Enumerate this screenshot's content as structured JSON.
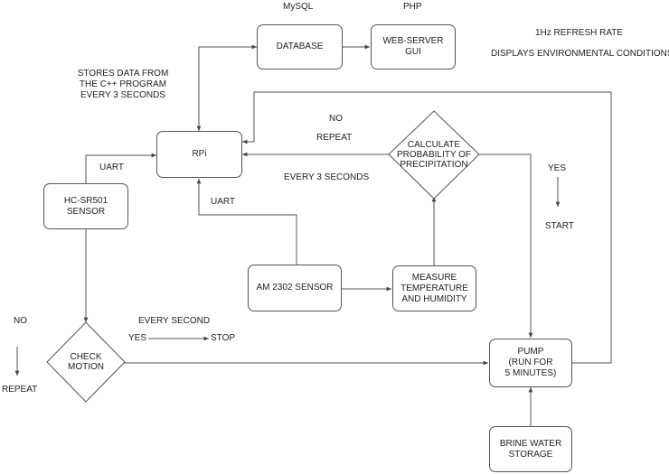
{
  "nodes": {
    "database": "DATABASE",
    "web_server": "WEB-SERVER\nGUI",
    "rpi": "RPi",
    "hc_sr501": "HC-SR501\nSENSOR",
    "am2302": "AM 2302 SENSOR",
    "measure": "MEASURE\nTEMPERATURE\nAND HUMIDITY",
    "pump": "PUMP\n(RUN FOR\n5 MINUTES)",
    "brine": "BRINE WATER\nSTORAGE",
    "calculate": "CALCULATE\nPROBABILITY OF\nPRECIPITATION",
    "check_motion": "CHECK\nMOTION"
  },
  "labels": {
    "mysql": "MySQL",
    "php": "PHP",
    "refresh_rate": "1Hz REFRESH RATE",
    "displays": "DISPLAYS ENVIRONMENTAL CONDITIONS",
    "stores_data": "STORES DATA FROM\nTHE C++ PROGRAM\nEVERY 3 SECONDS",
    "no_top": "NO",
    "repeat_top": "REPEAT",
    "every_3_seconds": "EVERY 3 SECONDS",
    "yes_right": "YES",
    "start": "START",
    "uart_left": "UART",
    "uart_bottom": "UART",
    "no_left": "NO",
    "repeat_left": "REPEAT",
    "every_second": "EVERY SECOND",
    "yes_stop_yes": "YES",
    "stop": "STOP"
  }
}
